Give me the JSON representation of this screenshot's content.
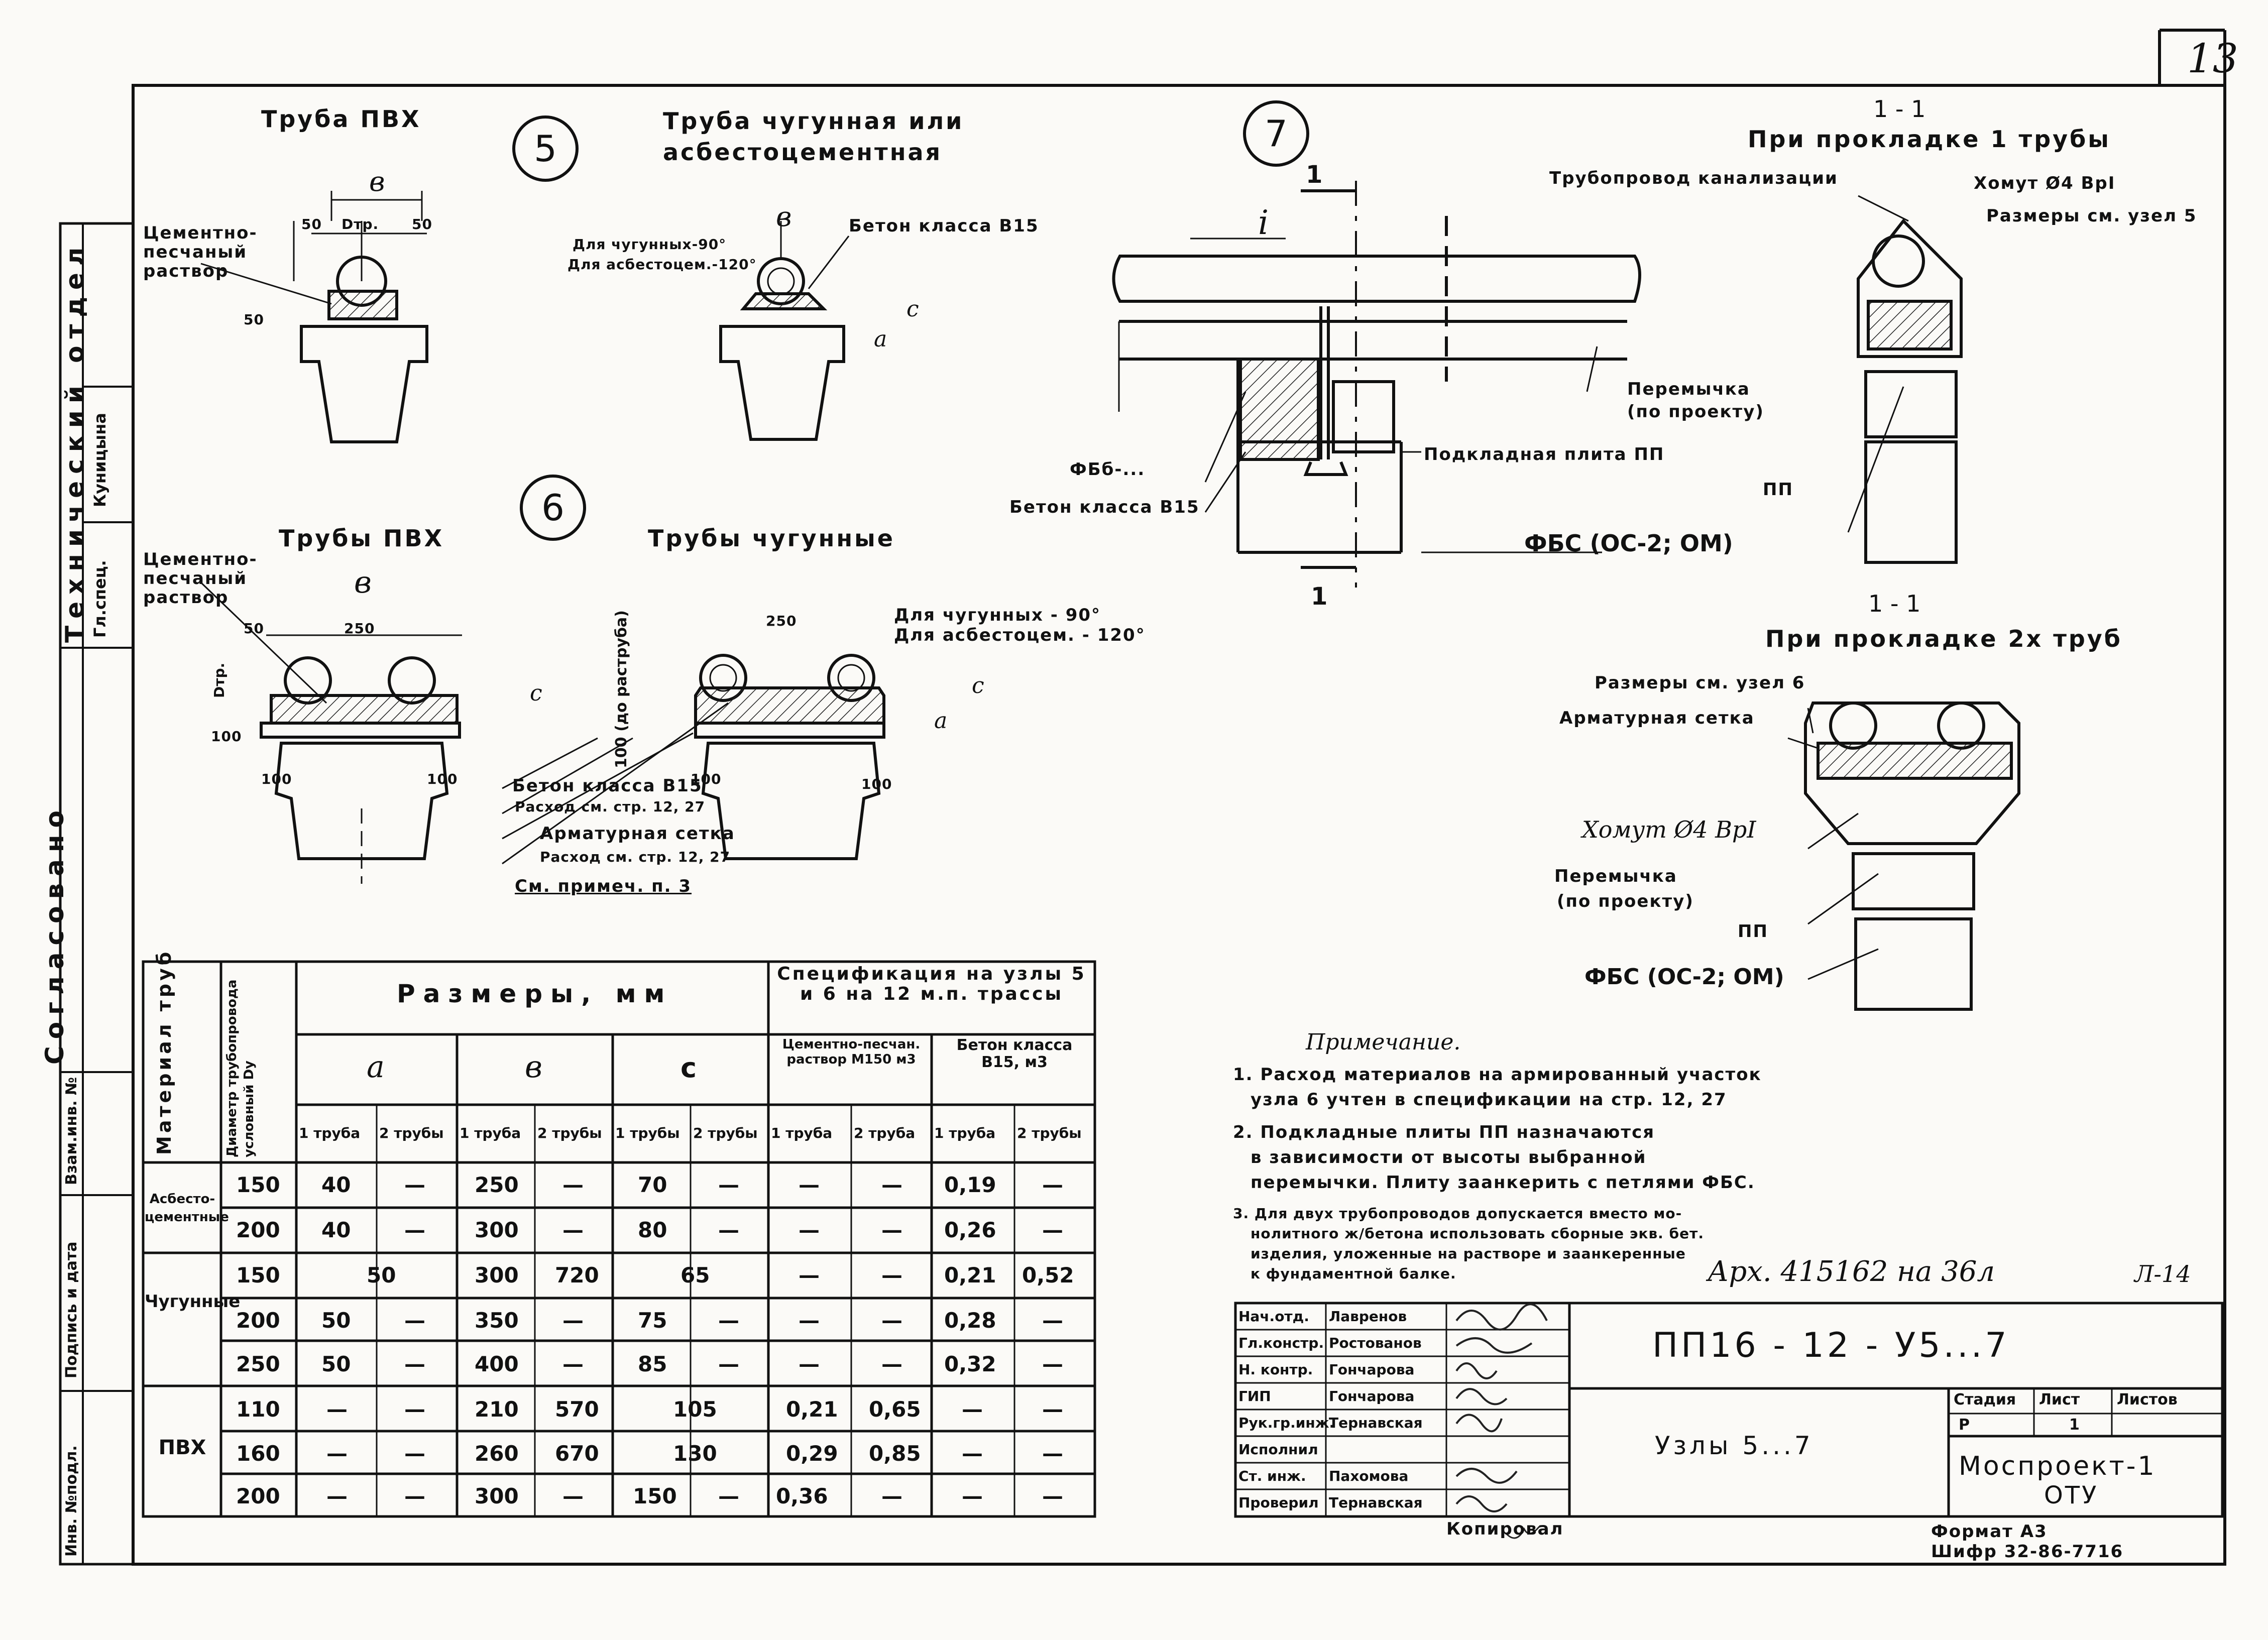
{
  "sheet": {
    "page_number": "13",
    "archive_note": "Арх. 415162 на 36л",
    "archive_sheet": "Л-14",
    "format": "Формат А3",
    "shifr": "Шифр 32-86-7716",
    "copied_by": "Копировал"
  },
  "left_margin": {
    "dept_title": "Технический отдел",
    "agreed": "Согласовано",
    "role_gl_spec": "Гл.спец.",
    "name_kunitsina": "Куницына",
    "inv_orig": "Инв. №подл.",
    "sign_date": "Подпись и дата",
    "inv_swap": "Взам.инв. №"
  },
  "node5": {
    "number": "5",
    "title_pvc": "Труба ПВХ",
    "title_cast": "Труба чугунная или асбестоцементная",
    "label_mortar": "Цементно-песчаный раствор",
    "label_concrete": "Бетон класса В15",
    "label_cast_angle": "Для чугунных-90°",
    "label_asb_angle": "Для асбестоцем.-120°",
    "dim_b": "в",
    "dim_50a": "50",
    "dim_dtr": "Dтр.",
    "dim_50b": "50",
    "dim_c": "с",
    "dim_a": "а",
    "dim_50c": "50"
  },
  "node6": {
    "number": "6",
    "title_pvc": "Трубы ПВХ",
    "title_cast": "Трубы чугунные",
    "label_mortar": "Цементно-песчаный раствор",
    "label_concrete": "Бетон класса В15",
    "label_consumption1": "Расход см. стр. 12, 27",
    "label_mesh": "Арматурная сетка",
    "label_consumption2": "Расход см. стр. 12, 27",
    "label_note": "См. примеч. п. 3",
    "label_cast_angle": "Для чугунных - 90°",
    "label_asb_angle": "Для асбестоцем. - 120°",
    "dim_b": "в",
    "dim_50": "50",
    "dim_250a": "250",
    "dim_250b": "250",
    "dim_100a": "100",
    "dim_100b": "100",
    "dim_100c": "100",
    "dim_100d": "100",
    "dim_100e": "100",
    "dim_socket": "100 (до раструба)",
    "dim_dtr": "Dтр.",
    "dim_c": "с",
    "dim_a": "а"
  },
  "node7": {
    "number": "7",
    "label_slope": "i",
    "label_section": "1",
    "label_fb": "ФБб-...",
    "label_concrete": "Бетон класса В15",
    "label_pipeline": "Трубопровод канализации",
    "label_lintel": "Перемычка",
    "label_lintel_sub": "(по проекту)",
    "label_plate": "Подкладная плита ПП",
    "label_fbs": "ФБС (ОС-2; ОМ)"
  },
  "section1": {
    "title": "1 - 1",
    "subtitle": "При прокладке 1 трубы",
    "label_clamp": "Хомут Ø4 ВрI",
    "label_sizes": "Размеры см. узел 5",
    "label_pp": "ПП"
  },
  "section2": {
    "title": "1 - 1",
    "subtitle": "При прокладке 2х труб",
    "label_sizes": "Размеры см. узел 6",
    "label_mesh": "Арматурная сетка",
    "label_clamp": "Хомут Ø4 ВрI",
    "label_lintel": "Перемычка",
    "label_lintel_sub": "(по проекту)",
    "label_pp": "ПП",
    "label_fbs": "ФБС (ОС-2; ОМ)"
  },
  "table": {
    "col_material": "Материал труб",
    "col_diameter": "Диаметр трубопровода условный Dу",
    "col_sizes": "Размеры, мм",
    "col_spec": "Спецификация на узлы 5 и 6 на 12 м.п. трассы",
    "col_a": "а",
    "col_b": "в",
    "col_c": "с",
    "col_mortar": "Цементно-песчан. раствор М150 м3",
    "col_concrete": "Бетон класса В15, м3",
    "sub": [
      "1 труба",
      "2 трубы",
      "1 труба",
      "2 трубы",
      "1 трубы",
      "2 трубы",
      "1 труба",
      "2 труба",
      "1 труба",
      "2 трубы"
    ],
    "groups": [
      {
        "material": "Асбесто-цементные",
        "rows": [
          {
            "d": "150",
            "a1": "40",
            "a2": "—",
            "b1": "250",
            "b2": "—",
            "c1": "70",
            "c2": "—",
            "m1": "—",
            "m2": "—",
            "k1": "0,19",
            "k2": "—"
          },
          {
            "d": "200",
            "a1": "40",
            "a2": "—",
            "b1": "300",
            "b2": "—",
            "c1": "80",
            "c2": "—",
            "m1": "—",
            "m2": "—",
            "k1": "0,26",
            "k2": "—"
          }
        ]
      },
      {
        "material": "Чугунные",
        "rows": [
          {
            "d": "150",
            "a": "50",
            "b1": "300",
            "b2": "720",
            "c": "65",
            "m1": "—",
            "m2": "—",
            "k1": "0,21",
            "k2": "0,52"
          },
          {
            "d": "200",
            "a1": "50",
            "a2": "—",
            "b1": "350",
            "b2": "—",
            "c1": "75",
            "c2": "—",
            "m1": "—",
            "m2": "—",
            "k1": "0,28",
            "k2": "—"
          },
          {
            "d": "250",
            "a1": "50",
            "a2": "—",
            "b1": "400",
            "b2": "—",
            "c1": "85",
            "c2": "—",
            "m1": "—",
            "m2": "—",
            "k1": "0,32",
            "k2": "—"
          }
        ]
      },
      {
        "material": "ПВХ",
        "rows": [
          {
            "d": "110",
            "a1": "—",
            "a2": "—",
            "b1": "210",
            "b2": "570",
            "c": "105",
            "m1": "0,21",
            "m2": "0,65",
            "k1": "—",
            "k2": "—"
          },
          {
            "d": "160",
            "a1": "—",
            "a2": "—",
            "b1": "260",
            "b2": "670",
            "c": "130",
            "m1": "0,29",
            "m2": "0,85",
            "k1": "—",
            "k2": "—"
          },
          {
            "d": "200",
            "a1": "—",
            "a2": "—",
            "b1": "300",
            "b2": "—",
            "c1": "150",
            "c2": "—",
            "m1": "0,36",
            "m2": "—",
            "k1": "—",
            "k2": "—"
          }
        ]
      }
    ]
  },
  "notes": {
    "heading": "Примечание.",
    "n1a": "1. Расход материалов на армированный участок",
    "n1b": "узла 6 учтен в спецификации на стр. 12, 27",
    "n2a": "2. Подкладные плиты ПП назначаются",
    "n2b": "в зависимости от высоты выбранной",
    "n2c": "перемычки. Плиту заанкерить с петлями ФБС.",
    "n3a": "3. Для двух трубопроводов допускается вместо мо-",
    "n3b": "нолитного ж/бетона использовать сборные экв. бет.",
    "n3c": "изделия, уложенные на растворе и заанкеренные",
    "n3d": "к фундаментной балке."
  },
  "stamp": {
    "code": "ПП16 - 12 - У5...7",
    "title": "Узлы 5...7",
    "org1": "Моспроект-1",
    "org2": "ОТУ",
    "stage_h": "Стадия",
    "sheet_h": "Лист",
    "sheets_h": "Листов",
    "stage": "Р",
    "sheets": "1",
    "roles": [
      {
        "role": "Нач.отд.",
        "name": "Лавренов"
      },
      {
        "role": "Гл.констр.",
        "name": "Ростованов"
      },
      {
        "role": "Н. контр.",
        "name": "Гончарова"
      },
      {
        "role": "ГИП",
        "name": "Гончарова"
      },
      {
        "role": "Рук.гр.инж.",
        "name": "Тернавская"
      },
      {
        "role": "Исполнил",
        "name": ""
      },
      {
        "role": "Ст. инж.",
        "name": "Пахомова"
      },
      {
        "role": "Проверил",
        "name": "Тернавская"
      }
    ]
  }
}
